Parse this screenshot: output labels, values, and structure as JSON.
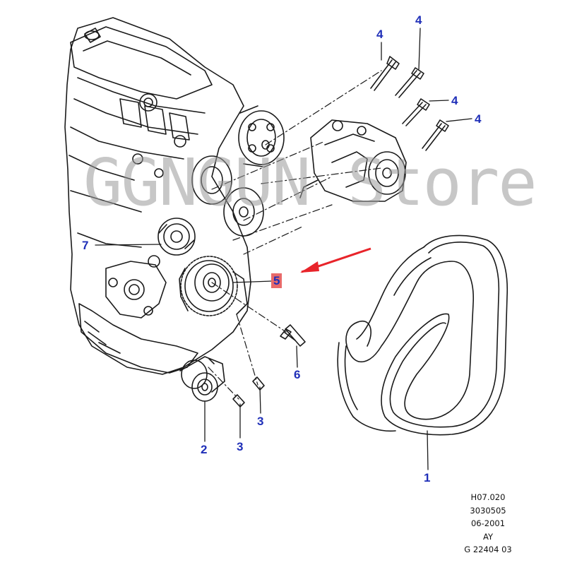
{
  "diagram": {
    "callouts": {
      "belt": "1",
      "tensioner": "2",
      "tensioner_bolt_upper": "3",
      "tensioner_bolt_lower": "3",
      "compressor_bolt_a": "4",
      "compressor_bolt_b": "4",
      "compressor_bolt_c": "4",
      "compressor_bolt_d": "4",
      "crank_pulley": "5",
      "crank_pulley_bolt": "6",
      "idler_pulley": "7"
    },
    "info_block": [
      "H07.020",
      "3030505",
      "06-2001",
      "AY",
      "G 22404 03"
    ],
    "watermark": "GGNGUN Store",
    "colors": {
      "line": "#1a1a1a",
      "callout": "#1f2fb8",
      "highlight": "#e86a6a",
      "arrow": "#e8242a"
    }
  }
}
